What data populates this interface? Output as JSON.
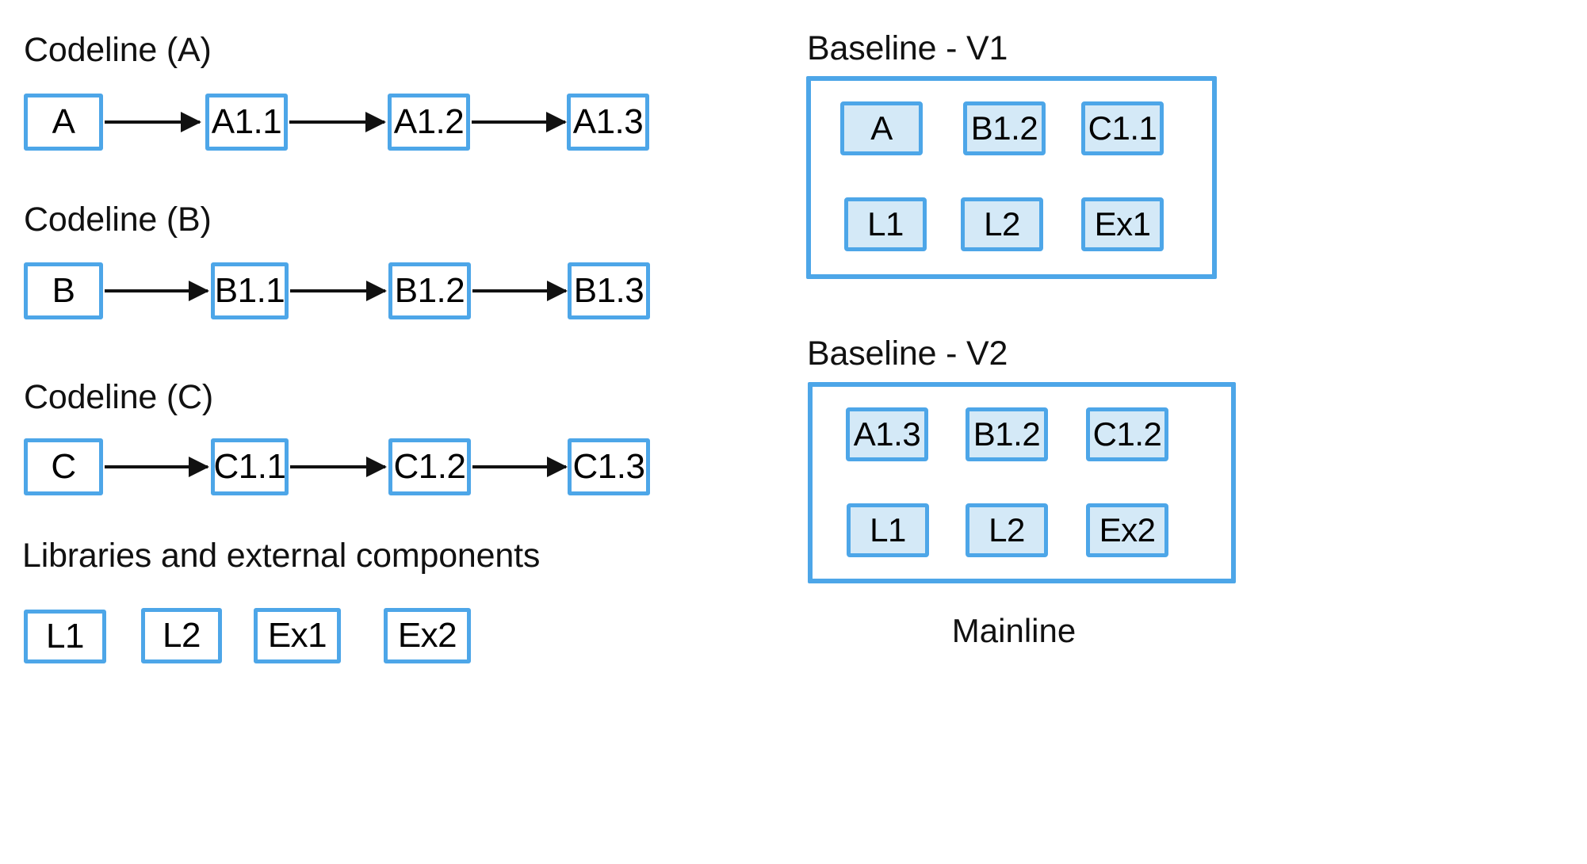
{
  "diagram": {
    "title_hidden": "",
    "colors": {
      "border_blue": "#4da6e8",
      "chip_fill": "#d4e9f7",
      "node_fill": "#ffffff",
      "text": "#000000",
      "background": "#ffffff"
    }
  },
  "codelines": [
    {
      "heading": "Codeline (A)",
      "nodes": [
        "A",
        "A1.1",
        "A1.2",
        "A1.3"
      ]
    },
    {
      "heading": "Codeline (B)",
      "nodes": [
        "B",
        "B1.1",
        "B1.2",
        "B1.3"
      ]
    },
    {
      "heading": "Codeline (C)",
      "nodes": [
        "C",
        "C1.1",
        "C1.2",
        "C1.3"
      ]
    }
  ],
  "libraries": {
    "heading": "Libraries and external components",
    "items": [
      "L1",
      "L2",
      "Ex1",
      "Ex2"
    ]
  },
  "baselines": [
    {
      "title": "Baseline - V1",
      "row1": [
        "A",
        "B1.2",
        "C1.1"
      ],
      "row2": [
        "L1",
        "L2",
        "Ex1"
      ]
    },
    {
      "title": "Baseline - V2",
      "row1": [
        "A1.3",
        "B1.2",
        "C1.2"
      ],
      "row2": [
        "L1",
        "L2",
        "Ex2"
      ]
    }
  ],
  "mainline_caption": "Mainline"
}
